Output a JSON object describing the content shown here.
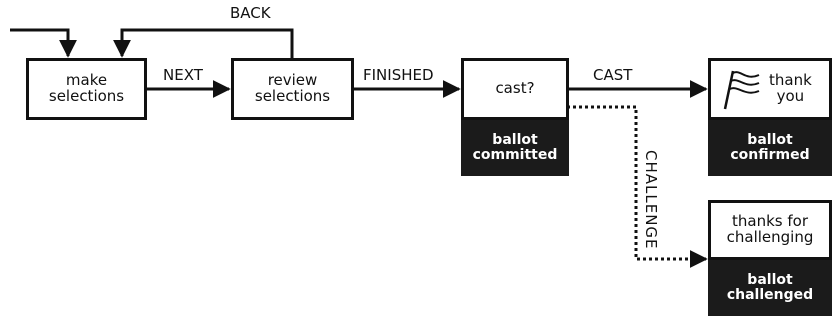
{
  "nodes": {
    "make": "make\nselections",
    "review": "review\nselections",
    "cast": "cast?",
    "committed": "ballot\ncommitted",
    "thank_you": "thank\nyou",
    "confirmed": "ballot\nconfirmed",
    "thanks_challenging": "thanks for\nchallenging",
    "challenged": "ballot\nchallenged"
  },
  "edges": {
    "back": "BACK",
    "next": "NEXT",
    "finished": "FINISHED",
    "cast": "CAST",
    "challenge": "CHALLENGE"
  },
  "icons": {
    "flag": "flag-icon"
  },
  "colors": {
    "line": "#111111",
    "dark_fill": "#1b1b1b",
    "dark_text": "#ffffff"
  }
}
